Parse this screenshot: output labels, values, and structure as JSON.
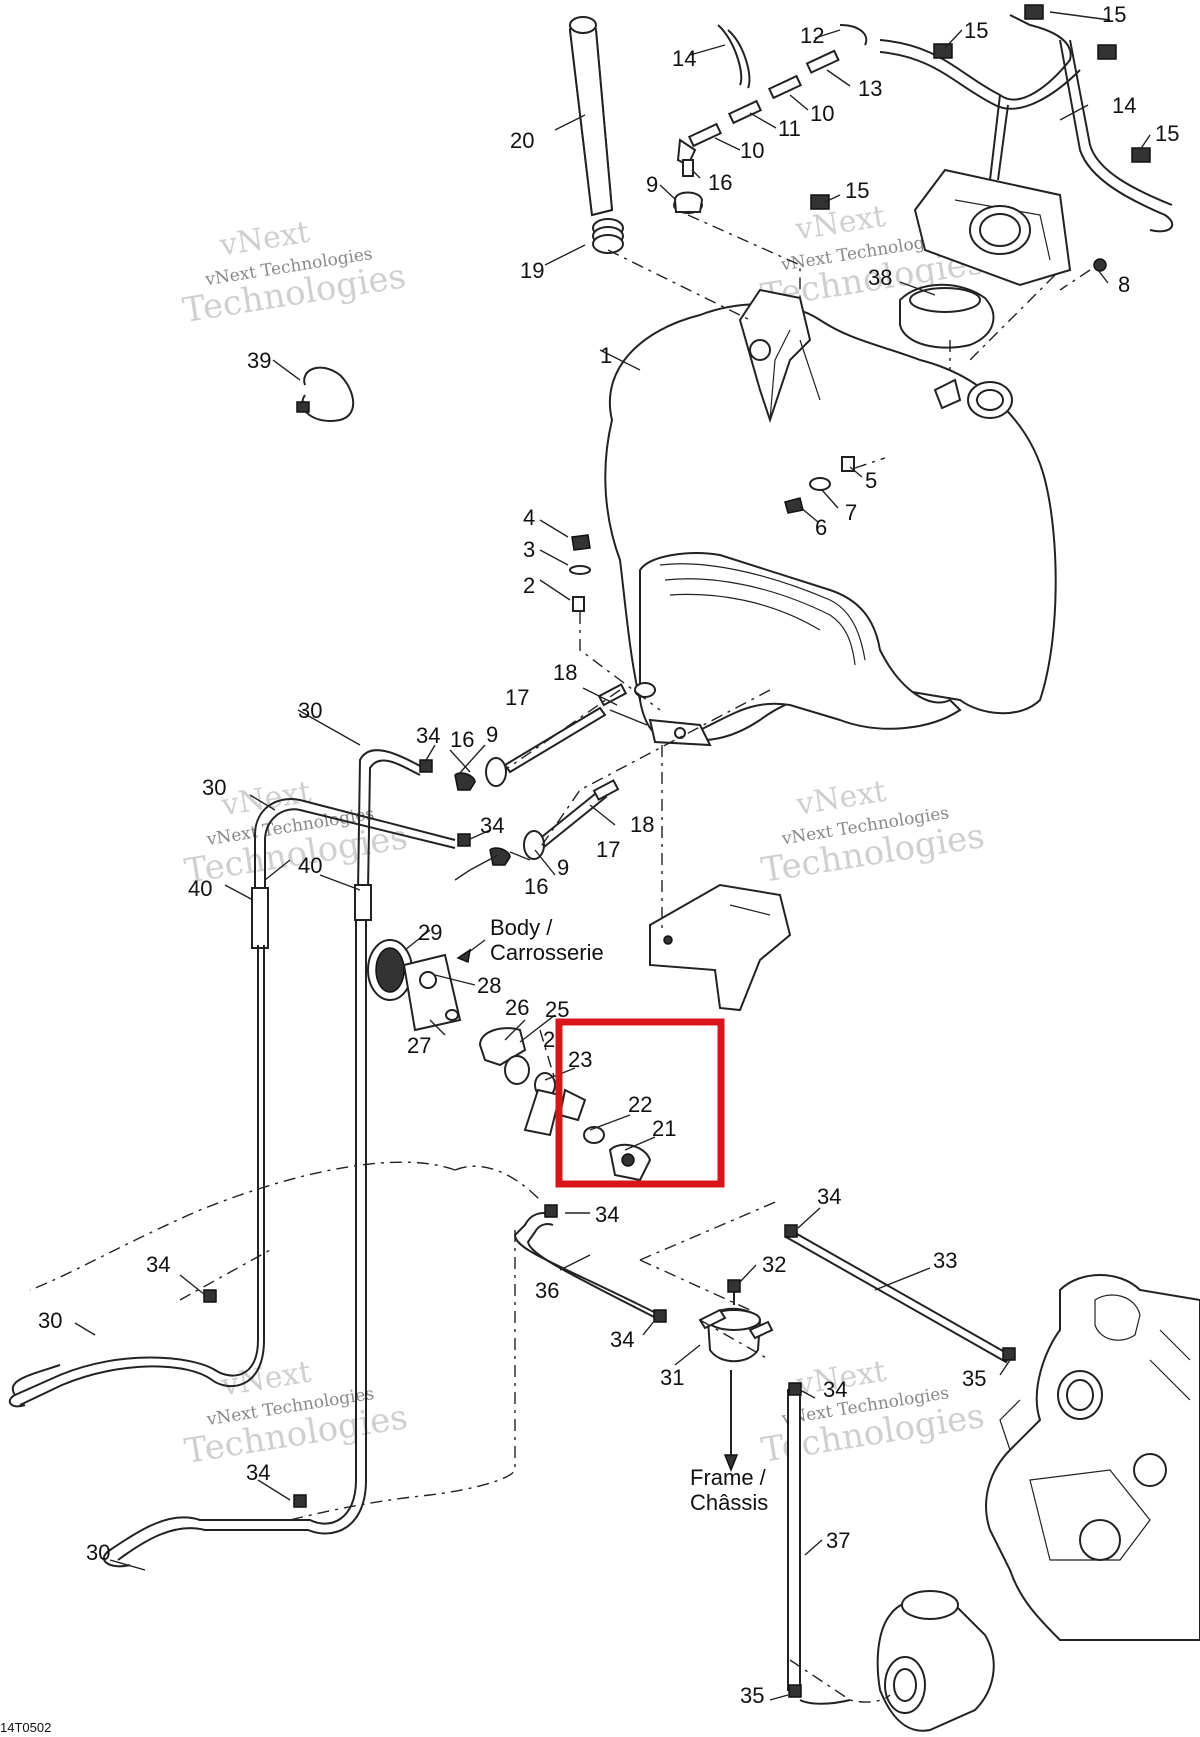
{
  "callouts": {
    "c1": "1",
    "c2": "2",
    "c3": "3",
    "c4": "4",
    "c5": "5",
    "c6": "6",
    "c7": "7",
    "c8": "8",
    "c9a": "9",
    "c9b": "9",
    "c9c": "9",
    "c10a": "10",
    "c10b": "10",
    "c11": "11",
    "c12": "12",
    "c13": "13",
    "c14a": "14",
    "c14b": "14",
    "c15a": "15",
    "c15b": "15",
    "c15c": "15",
    "c15d": "15",
    "c16a": "16",
    "c16b": "16",
    "c16c": "16",
    "c17a": "17",
    "c17b": "17",
    "c18a": "18",
    "c18b": "18",
    "c19": "19",
    "c20": "20",
    "c21": "21",
    "c22": "22",
    "c23": "23",
    "c24": "2",
    "c25": "25",
    "c26": "26",
    "c27": "27",
    "c28": "28",
    "c29": "29",
    "c30a": "30",
    "c30b": "30",
    "c30c": "30",
    "c30d": "30",
    "c31": "31",
    "c32": "32",
    "c33": "33",
    "c34a": "34",
    "c34b": "34",
    "c34c": "34",
    "c34d": "34",
    "c34e": "34",
    "c34f": "34",
    "c34g": "34",
    "c34h": "34",
    "c35a": "35",
    "c35b": "35",
    "c36": "36",
    "c37": "37",
    "c38": "38",
    "c39": "39",
    "c40a": "40",
    "c40b": "40"
  },
  "notes": {
    "body_line1": "Body /",
    "body_line2": "Carrosserie",
    "frame_line1": "Frame /",
    "frame_line2": "Châssis"
  },
  "figure_code": "14T0502",
  "watermark": {
    "line1": "vNext",
    "line2": "vNext Technologies",
    "line3": "Technologies"
  },
  "highlight_color": "#d8151b"
}
